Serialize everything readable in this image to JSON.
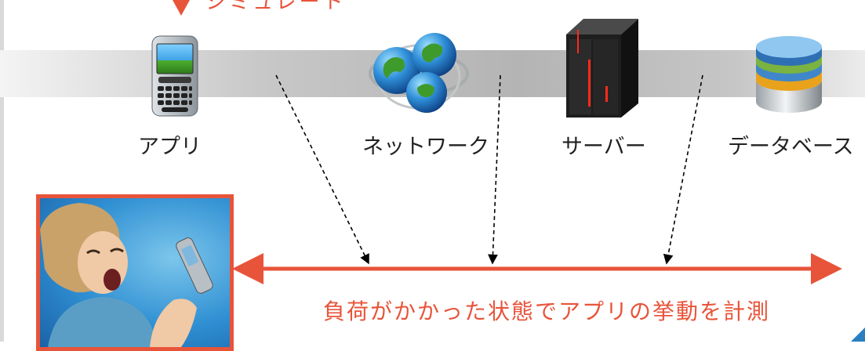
{
  "top": {
    "simulation_label": "シミュレート"
  },
  "components": [
    {
      "label": "アプリ",
      "icon": "smartphone-icon"
    },
    {
      "label": "ネットワーク",
      "icon": "globe-network-icon"
    },
    {
      "label": "サーバー",
      "icon": "server-icon"
    },
    {
      "label": "データベース",
      "icon": "database-icon"
    }
  ],
  "photo": {
    "subject": "woman-screaming-at-phone-photo"
  },
  "measurement": {
    "caption": "負荷がかかった状態でアプリの挙動を計測"
  },
  "colors": {
    "accent": "#e8543a",
    "band": "#bdbdbd",
    "text": "#222222"
  }
}
